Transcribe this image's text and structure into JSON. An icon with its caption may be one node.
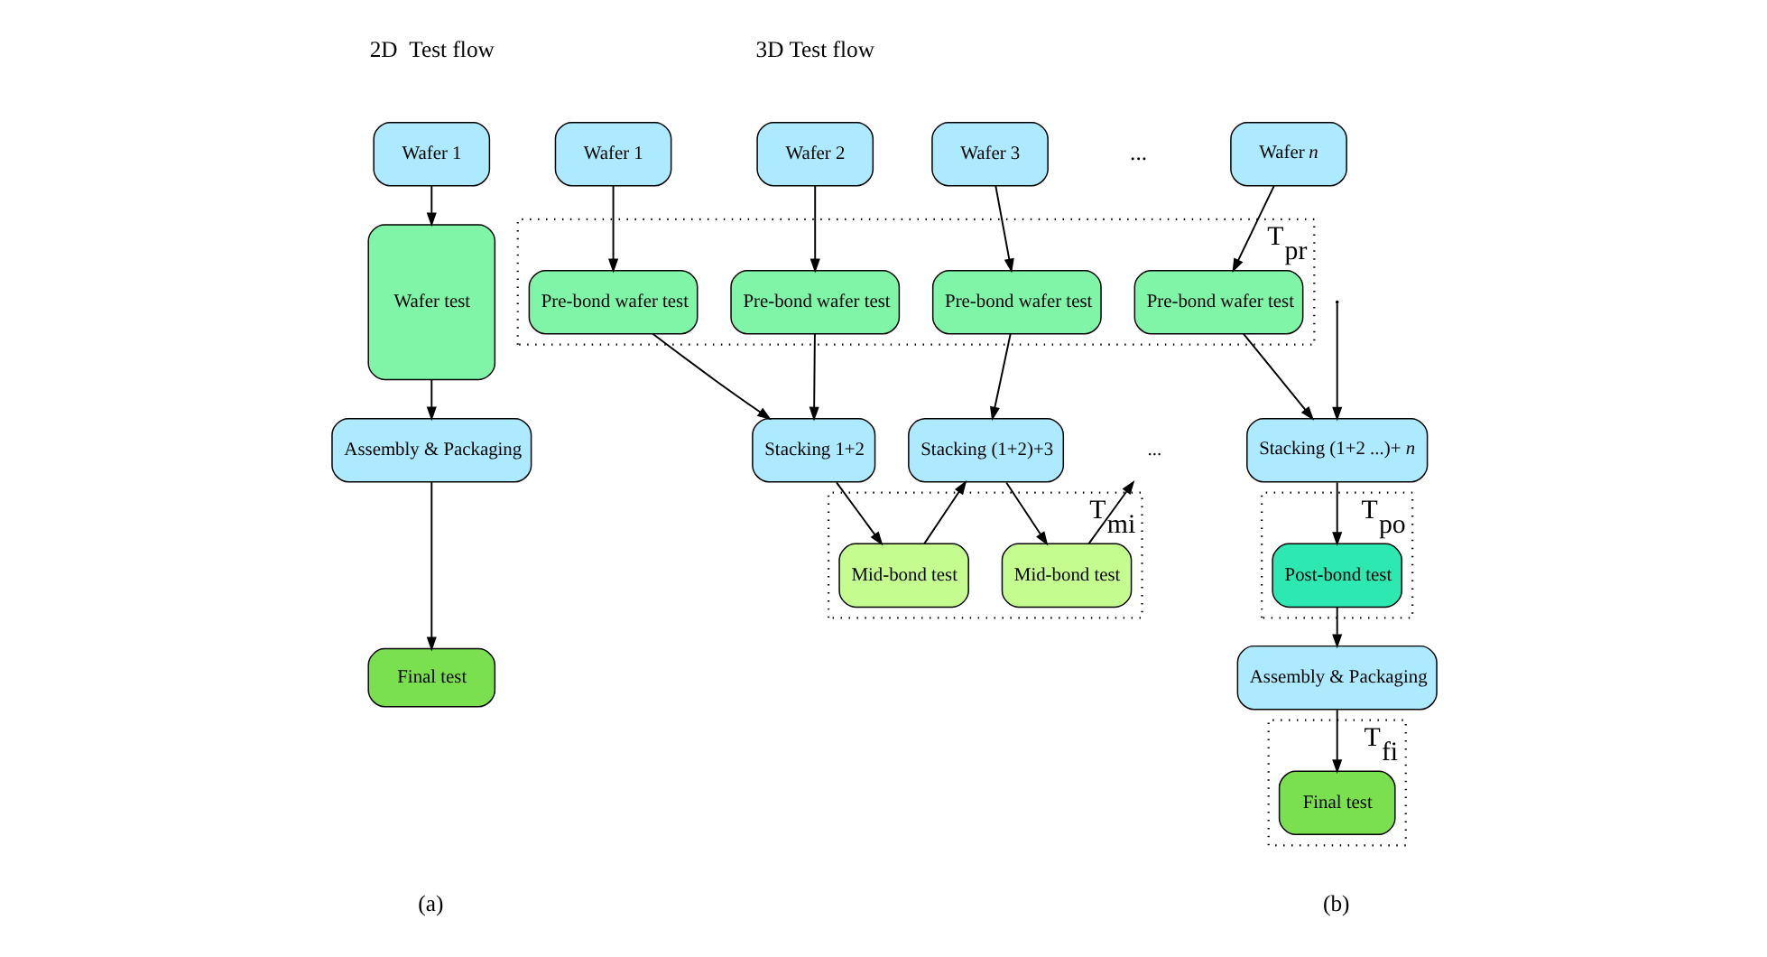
{
  "diagram": {
    "nodes": [
      {
        "text": [
          "Wafer 1"
        ]
      },
      {
        "text": [
          "Wafer test"
        ]
      },
      {
        "text": [
          "Assembly & Packaging"
        ]
      },
      {
        "text": [
          "Final test"
        ]
      },
      {
        "text": [
          "Wafer 1"
        ]
      },
      {
        "text": [
          "Wafer 2"
        ]
      },
      {
        "text": [
          "Wafer 3"
        ]
      },
      {
        "text": [
          "Wafer *n*"
        ]
      },
      {
        "text": [
          "T$_{pr}$"
        ]
      },
      {
        "text": [
          "Pre-bond wafer test"
        ],
        "in": 8
      },
      {
        "text": [
          "Pre-bond wafer test"
        ],
        "in": 8
      },
      {
        "text": [
          "Pre-bond wafer test"
        ],
        "in": 8
      },
      {
        "text": [
          "Pre-bond wafer test"
        ],
        "in": 8
      },
      {
        "text": [
          "Stacking 1+2"
        ]
      },
      {
        "text": [
          "Stacking (1+2)+3"
        ]
      },
      {
        "text": [
          "..."
        ]
      },
      {
        "text": [
          "Stacking (1+2 ...)+ *n*"
        ]
      },
      {
        "text": [
          "T$_{mi}$"
        ]
      },
      {
        "text": [
          "Mid-bond test"
        ],
        "in": 17
      },
      {
        "text": [
          "Mid-bond test"
        ],
        "in": 17
      },
      {
        "text": [
          "T$_{po}$"
        ]
      },
      {
        "text": [
          "Post-bond test"
        ],
        "in": 20
      },
      {
        "text": [
          "Assembly & Packaging"
        ]
      },
      {
        "text": [
          "T$_{fi}$"
        ]
      },
      {
        "text": [
          "Final test"
        ],
        "in": 23
      }
    ],
    "edges": [
      {
        "from": 0,
        "to": 1,
        "arrow": "to"
      },
      {
        "from": 1,
        "to": 2,
        "arrow": "to"
      },
      {
        "from": 2,
        "to": 3,
        "arrow": "to"
      },
      {
        "from": 4,
        "to": 9,
        "arrow": "to"
      },
      {
        "from": 5,
        "to": 10,
        "arrow": "to"
      },
      {
        "from": 6,
        "to": 11,
        "arrow": "to"
      },
      {
        "from": 7,
        "to": 12,
        "arrow": "to"
      },
      {
        "from": 9,
        "to": 13,
        "arrow": "to"
      },
      {
        "from": 10,
        "to": 13,
        "arrow": "to"
      },
      {
        "from": 18,
        "to": 14,
        "arrow": "to"
      },
      {
        "from": 11,
        "to": 14,
        "arrow": "to"
      },
      {
        "from": 13,
        "to": 18,
        "arrow": "to"
      },
      {
        "from": 14,
        "to": 19,
        "arrow": "to"
      },
      {
        "from": 19,
        "to": 15,
        "arrow": "to"
      },
      {
        "from": null,
        "to": 16,
        "arrow": "to"
      },
      {
        "from": 12,
        "to": 16,
        "arrow": "to"
      },
      {
        "from": 16,
        "to": 21,
        "arrow": "to"
      },
      {
        "from": 21,
        "to": 22,
        "arrow": "to"
      },
      {
        "from": 22,
        "to": 24,
        "arrow": "to"
      }
    ],
    "labels": [
      "2D  Test flow",
      "3D Test flow",
      "...",
      "(a)",
      "(b)"
    ]
  }
}
